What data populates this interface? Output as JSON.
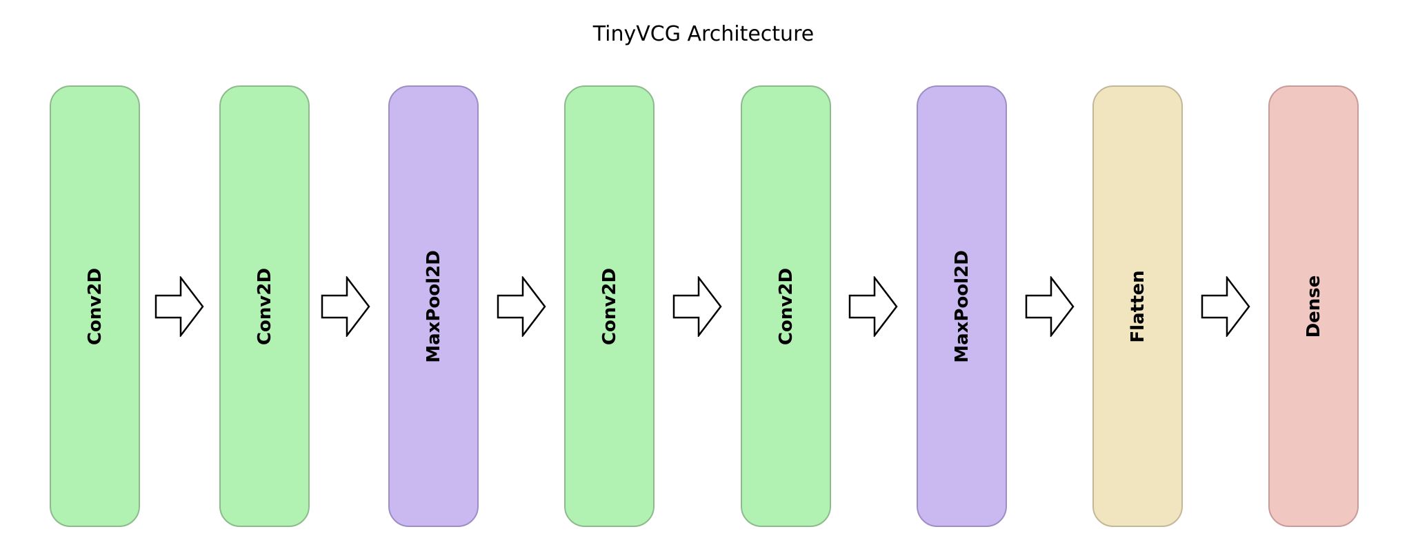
{
  "title": "TinyVCG Architecture",
  "layers": [
    {
      "label": "Conv2D",
      "type": "conv",
      "fill": "#b1f2b3",
      "stroke": "#8cba8c"
    },
    {
      "label": "Conv2D",
      "type": "conv",
      "fill": "#b1f2b3",
      "stroke": "#8cba8c"
    },
    {
      "label": "MaxPool2D",
      "type": "pool",
      "fill": "#c9b9f0",
      "stroke": "#9c8ec4"
    },
    {
      "label": "Conv2D",
      "type": "conv",
      "fill": "#b1f2b3",
      "stroke": "#8cba8c"
    },
    {
      "label": "Conv2D",
      "type": "conv",
      "fill": "#b1f2b3",
      "stroke": "#8cba8c"
    },
    {
      "label": "MaxPool2D",
      "type": "pool",
      "fill": "#c9b9f0",
      "stroke": "#9c8ec4"
    },
    {
      "label": "Flatten",
      "type": "flatten",
      "fill": "#f1e5bf",
      "stroke": "#c2b797"
    },
    {
      "label": "Dense",
      "type": "dense",
      "fill": "#f0c7c1",
      "stroke": "#c99a9a"
    }
  ],
  "arrow_icon": "right-block-arrow",
  "arrow_count": 7
}
